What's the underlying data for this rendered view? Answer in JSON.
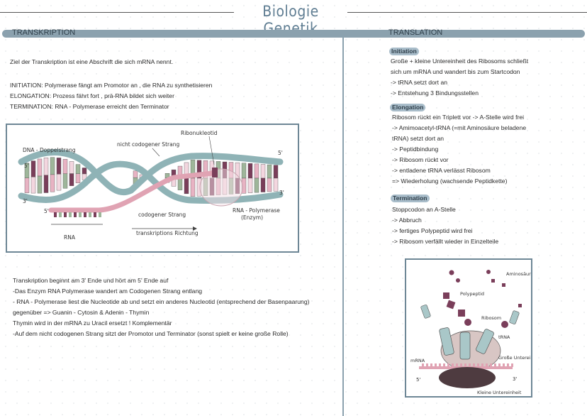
{
  "page": {
    "title": "Biologie Genetik"
  },
  "left": {
    "section_title": "TRANSKRIPTION",
    "intro": "Ziel der Transkription ist eine Abschrift die sich mRNA nennt.",
    "phases": [
      "INITIATION: Polymerase fängt am Promotor an , die RNA zu synthetisieren",
      "ELONGATION: Prozess fährt fort , prä-RNA bildet sich weiter",
      "TERMINATION: RNA - Polymerase erreicht den Terminator"
    ],
    "diagram": {
      "dna_label": "DNA - Doppelstrang",
      "noncoding_label": "nicht codogener Strang",
      "nucleotide_label": "Ribonukleotid",
      "coding_label": "codogener Strang",
      "polymerase_label": "RNA - Polymerase",
      "enzyme_label": "(Enzym)",
      "rna_label": "RNA",
      "direction_label": "transkriptions Richtung",
      "prime5_left": "5'",
      "prime3_left": "3'",
      "prime5_right": "5'",
      "prime3_right": "3'",
      "rna_prime5": "5'"
    },
    "notes": [
      "Transkription beginnt am 3' Ende und hört am 5' Ende auf",
      "-Das Enzym RNA Polymerase wandert am Codogenen Strang entlang",
      "- RNA - Polymerase liest die Nucleotide ab und setzt ein anderes Nucleotid (entsprechend der Basenpaarung)",
      "gegenüber => Guanin - Cytosin & Adenin - Thymin",
      "Thymin wird in der mRNA zu Uracil ersetzt ! Komplementär",
      "-Auf dem nicht codogenen Strang sitzt der Promotor und Terminator (sonst spielt er keine große Rolle)"
    ]
  },
  "right": {
    "section_title": "TRANSLATION",
    "initiation": {
      "label": "Initiation",
      "lines": [
        "Große + kleine Untereinheit des Ribosoms schließt",
        "sich um mRNA und wandert bis zum Startcodon",
        "-> tRNA setzt dort an",
        "-> Entstehung 3 Bindungsstellen"
      ]
    },
    "elongation": {
      "label": "Elongation",
      "lines": [
        "Ribosom rückt ein Triplett vor -> A-Stelle wird frei",
        "-> Amimoacetyl-tRNA (=mit Aminosäure beladene",
        "tRNA) setzt dort an",
        "-> Peptidbindung",
        "-> Ribosom rückt vor",
        "-> entladene tRNA verlässt Ribosom",
        "=> Wiederholung (wachsende Peptidkette)"
      ]
    },
    "termination": {
      "label": "Termination",
      "lines": [
        "Stoppcodon an A-Stelle",
        "-> Abbruch",
        "-> fertiges Polypeptid wird frei",
        "-> Ribosom verfällt wieder in Einzelteile"
      ]
    },
    "diagram": {
      "amino_label": "Aminosäuren",
      "polypeptide_label": "Polypeptid",
      "ribosome_label": "Ribosom",
      "trna_label": "tRNA",
      "mrna_label": "mRNA",
      "large_unit_label": "Große Untereinheit",
      "small_unit_label": "Kleine Untereinheit",
      "prime5": "5'",
      "prime3": "3'"
    }
  },
  "colors": {
    "accent": "#8ba1ae",
    "title": "#5f7d92",
    "dna_backbone": "#8fb3b6",
    "rna": "#e0a3b3",
    "base_green": "#9eb69a",
    "base_plum": "#7a3e5a",
    "base_pink": "#e8b3c3",
    "base_light": "#f3d6df",
    "ribosome_large": "#d8c6c4",
    "ribosome_small": "#4e3b40"
  }
}
